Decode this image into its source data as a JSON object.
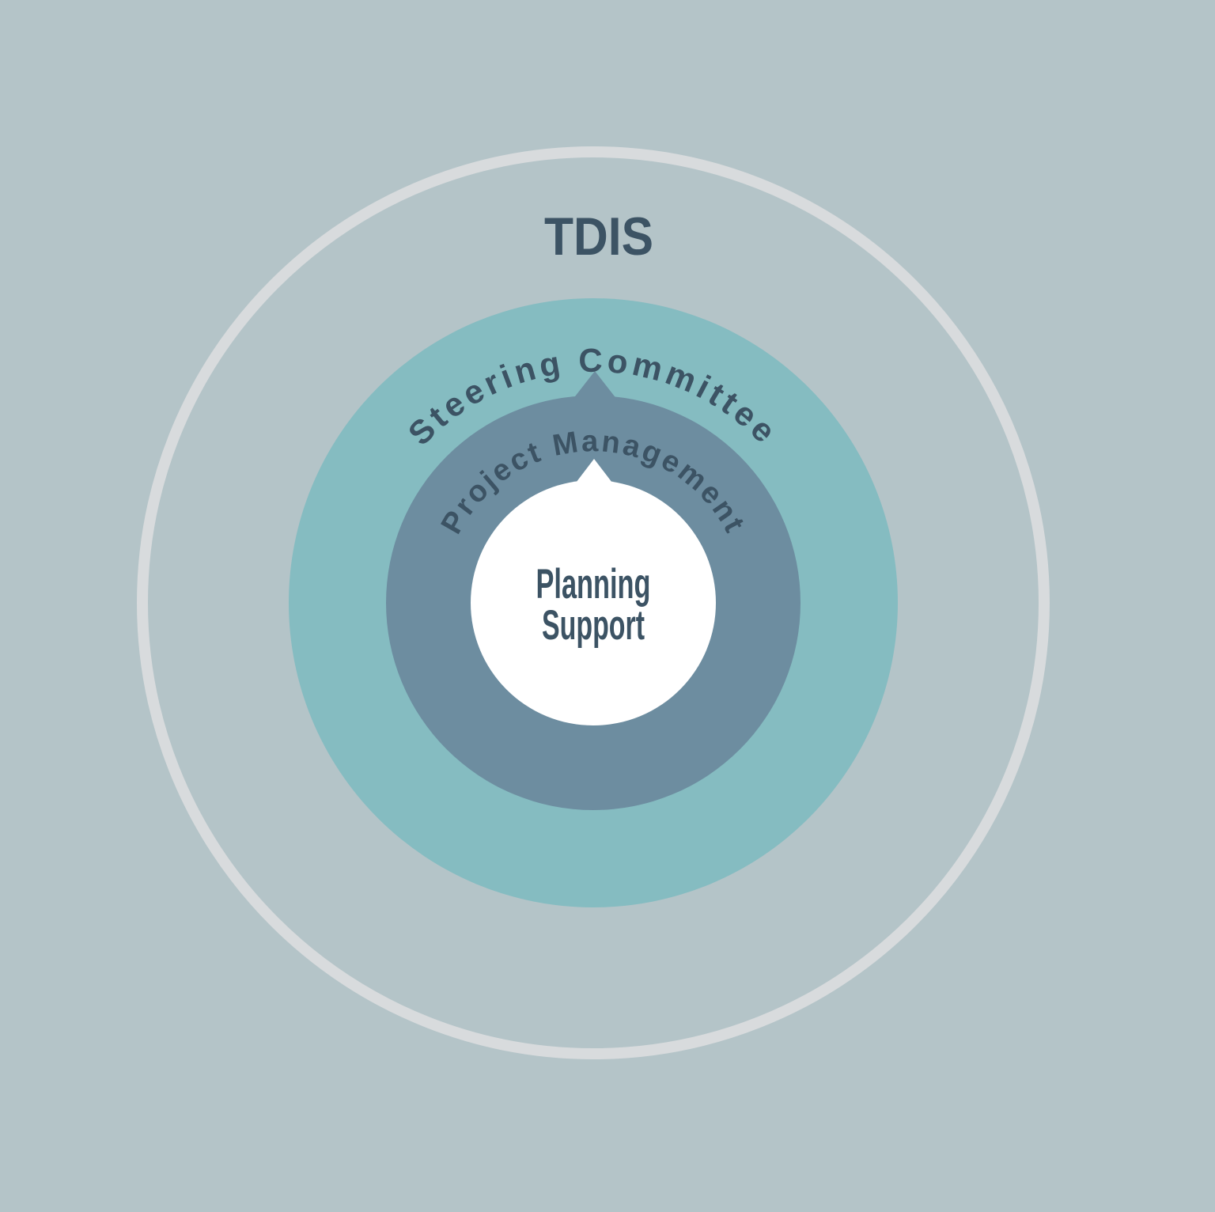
{
  "canvas": {
    "background_color": "#b4c4c8"
  },
  "diagram": {
    "title": "TDIS",
    "text_color": "#3c5364",
    "outer_ring_color": "#d8dbdd",
    "rings": [
      {
        "label": "Steering Committee",
        "color": "#85bcc1"
      },
      {
        "label": "Project Management",
        "color": "#6d8da0"
      },
      {
        "label_line1": "Planning",
        "label_line2": "Support",
        "color": "#ffffff"
      }
    ]
  }
}
